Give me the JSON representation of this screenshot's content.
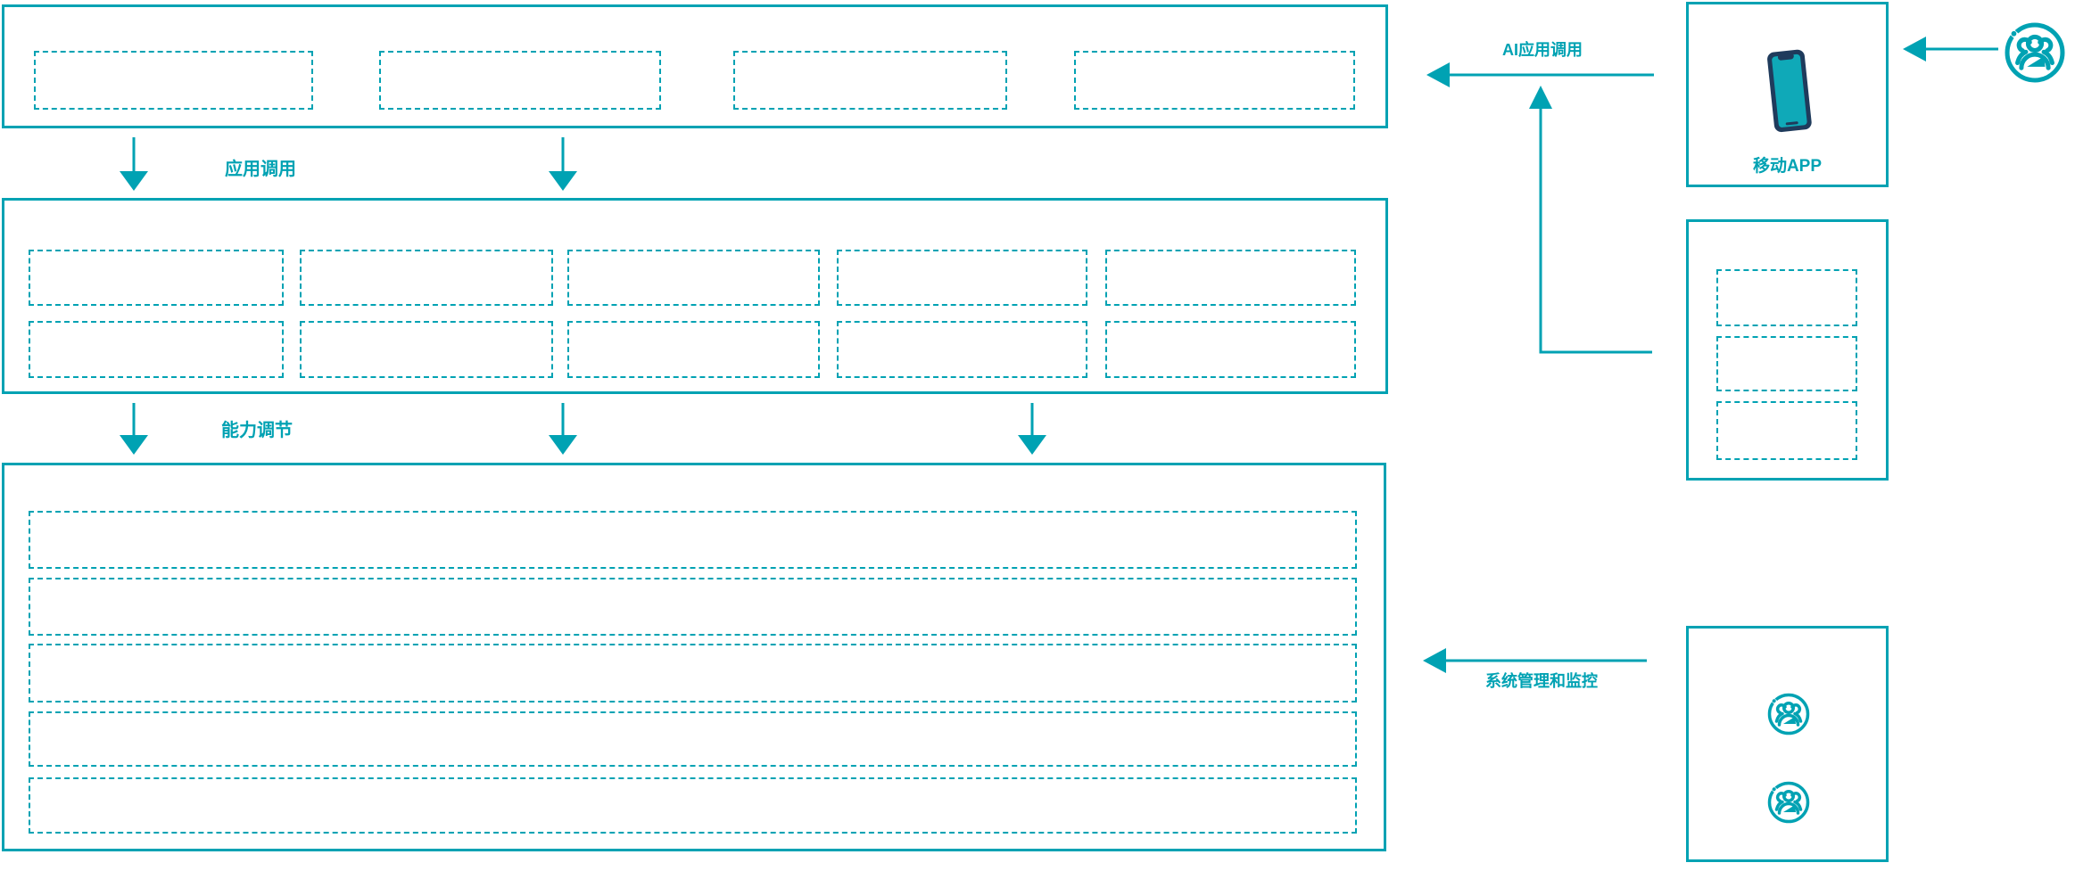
{
  "colors": {
    "accent": "#00A2B3",
    "phone_body": "#1F3B5C",
    "phone_screen": "#0FA9B8"
  },
  "labels": {
    "app_call": "应用调用",
    "capability_adjust": "能力调节",
    "ai_app_call": "AI应用调用",
    "system_management": "系统管理和监控",
    "mobile_app": "移动APP"
  },
  "structure": {
    "top_container_placeholders": 4,
    "middle_container_rows": 2,
    "middle_container_cols": 5,
    "bottom_container_rows": 5,
    "right_middle_placeholders": 3,
    "right_bottom_user_icons": 2
  },
  "icons": {
    "user_group": "user-group-icon",
    "smartphone": "smartphone-icon"
  }
}
